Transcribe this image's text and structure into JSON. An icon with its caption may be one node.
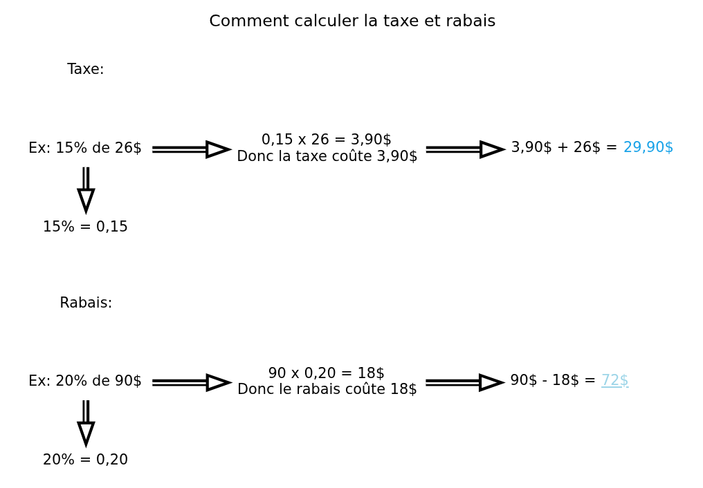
{
  "diagram": {
    "title": "Comment calculer la taxe et rabais",
    "nodes": [
      {
        "text": [
          "Ex: 15% de 26$"
        ]
      },
      {
        "text": [
          "0,15 x 26 = 3,90$",
          "Donc la taxe coûte 3,90$"
        ]
      },
      {
        "text": [
          "3,90$ + 26$ =",
          "29,90$"
        ]
      },
      {
        "text": [
          "15% = 0,15"
        ]
      },
      {
        "text": [
          "Ex: 20% de 90$"
        ]
      },
      {
        "text": [
          "90 x 0,20 = 18$",
          "Donc le rabais coûte 18$"
        ]
      },
      {
        "text": [
          "90$ - 18$ =",
          "72$"
        ]
      },
      {
        "text": [
          "20% = 0,20"
        ]
      }
    ],
    "edges": [
      {
        "from": 0,
        "to": 1,
        "arrow": "to"
      },
      {
        "from": 1,
        "to": 2,
        "arrow": "to"
      },
      {
        "from": 0,
        "to": 3,
        "arrow": "to"
      },
      {
        "from": 4,
        "to": 5,
        "arrow": "to"
      },
      {
        "from": 5,
        "to": 6,
        "arrow": "to"
      },
      {
        "from": 4,
        "to": 7,
        "arrow": "to"
      }
    ],
    "labels": [
      "Taxe:",
      "Rabais:"
    ]
  }
}
